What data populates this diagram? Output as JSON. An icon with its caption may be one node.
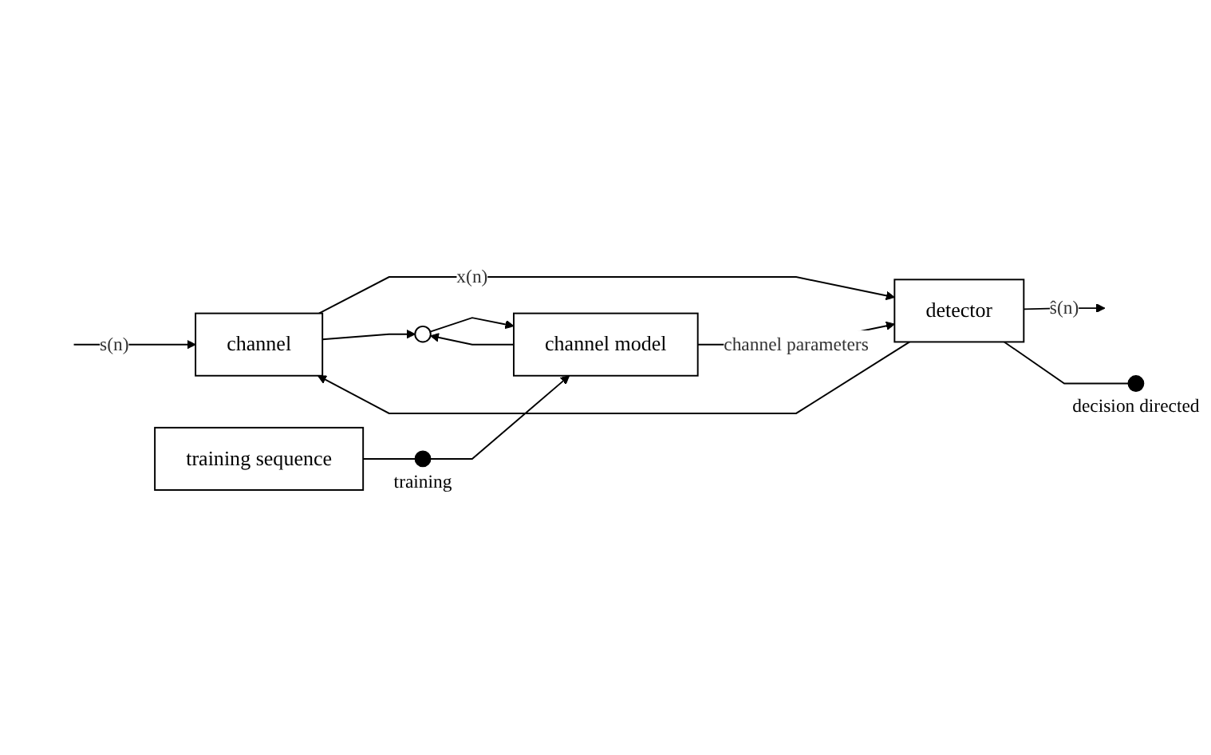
{
  "diagram": {
    "nodes": [
      {
        "text": [
          "channel"
        ]
      },
      {
        "text": [
          "detector"
        ]
      },
      {
        "text": [
          "channel model"
        ]
      },
      {
        "text": [
          "training sequence"
        ]
      },
      {
        "text": [],
        "shape": "circle"
      },
      {
        "text": [],
        "shape": "circle",
        "beside": [
          "decision directed"
        ]
      },
      {
        "text": [],
        "shape": "circle",
        "beside": [
          "training"
        ]
      }
    ],
    "edges": [
      {
        "from": null,
        "to": 0,
        "arrow": "to",
        "label": "s(n)"
      },
      {
        "from": 0,
        "to": 1,
        "arrow": "to",
        "label": "x(n)"
      },
      {
        "from": 1,
        "to": null,
        "arrow": "to",
        "label": "ŝ(n)"
      },
      {
        "from": 1,
        "to": 0,
        "arrow": "to"
      },
      {
        "from": 0,
        "to": 4,
        "arrow": "to"
      },
      {
        "from": 2,
        "to": 4,
        "arrow": "to"
      },
      {
        "from": 2,
        "to": 1,
        "arrow": "to",
        "label": "channel parameters"
      },
      {
        "from": 4,
        "to": 2,
        "arrow": "to"
      },
      {
        "from": 1,
        "to": 5,
        "arrow": "none"
      },
      {
        "from": 3,
        "to": 6,
        "arrow": "none"
      },
      {
        "from": 6,
        "to": 2,
        "arrow": "to"
      }
    ]
  }
}
